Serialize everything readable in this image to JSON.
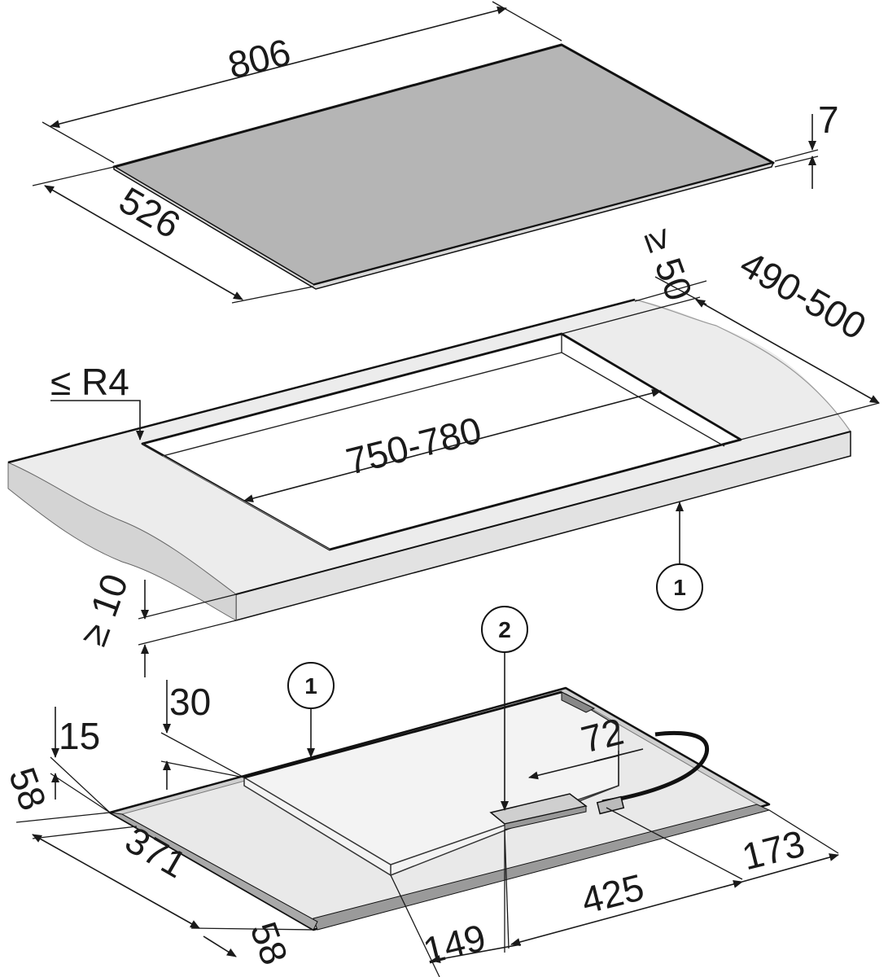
{
  "dimensions": {
    "cooktop_width": "806",
    "cooktop_depth": "526",
    "cooktop_thickness": "7",
    "min_distance_back": "≥ 50",
    "cutout_depth": "490-500",
    "corner_radius": "≤ R4",
    "cutout_width": "750-780",
    "min_worktop_thickness": "≥ 10",
    "depth_30": "30",
    "depth_15": "15",
    "offset_58_left": "58",
    "offset_371": "371",
    "offset_58_front": "58",
    "offset_149": "149",
    "offset_425": "425",
    "offset_173": "173",
    "offset_72": "72"
  },
  "callouts": {
    "worktop_label": "1",
    "hob_label": "1",
    "connection_label": "2"
  }
}
